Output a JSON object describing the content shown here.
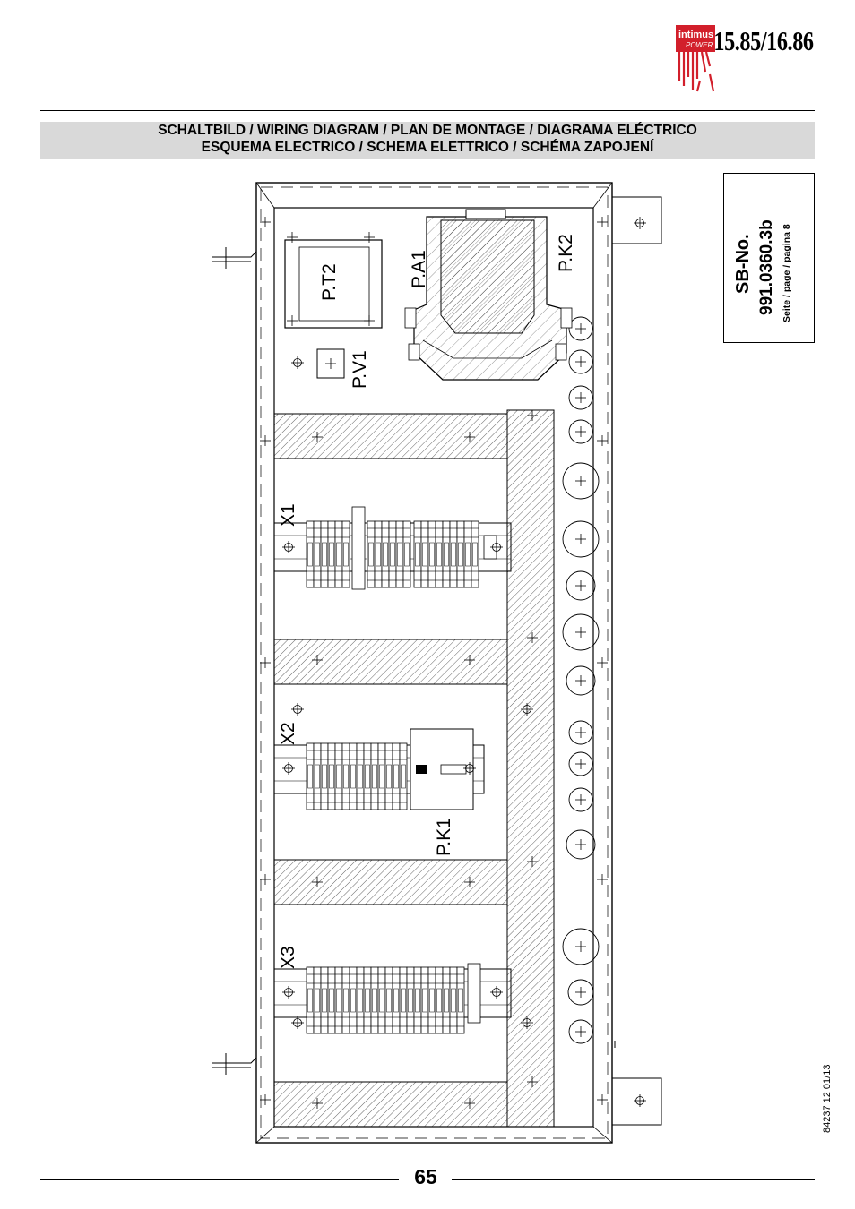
{
  "header": {
    "brand_name": "intimus",
    "brand_sub": "POWER",
    "model": "15.85/16.86"
  },
  "banner": {
    "line1": "SCHALTBILD / WIRING DIAGRAM / PLAN DE MONTAGE / DIAGRAMA ELÉCTRICO",
    "line2": "ESQUEMA ELECTRICO / SCHEMA ELETTRICO / SCHÉMA ZAPOJENÍ"
  },
  "sb_box": {
    "title": "SB-No.",
    "number": "991.0360.3b",
    "page_ref": "Seite / page / pagina 8"
  },
  "components": {
    "pt2": "P.T2",
    "pv1": "P.V1",
    "pa1": "P.A1",
    "pk2": "P.K2",
    "x1": "X1",
    "x2": "X2",
    "pk1": "P.K1",
    "x3": "X3"
  },
  "colors": {
    "banner_bg": "#d9d9d9",
    "brand_red": "#d21f2b"
  },
  "footer": {
    "doc_number": "84237 12 01/13",
    "page_number": "65"
  }
}
